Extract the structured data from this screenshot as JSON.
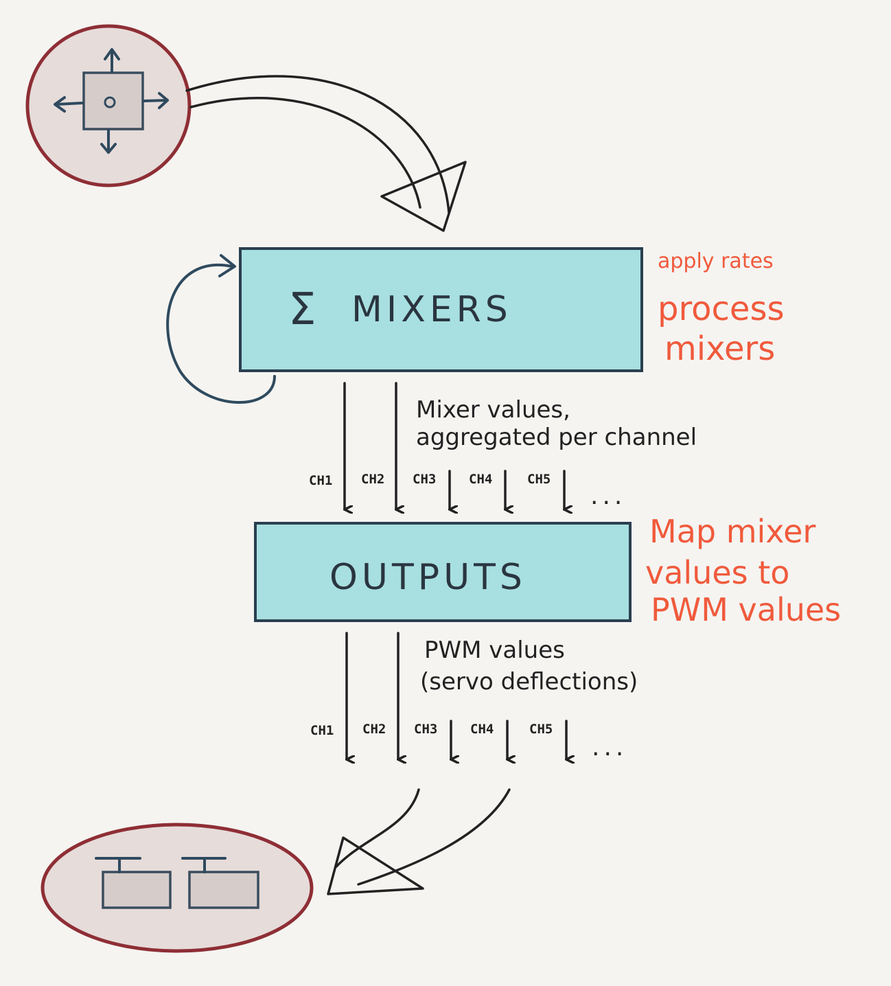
{
  "colors": {
    "box_fill": "#a8dfe0",
    "circle_fill": "#e6dcda",
    "circle_stroke": "#8e2e35",
    "note_color": "#f05a3c",
    "background": "#f5f4f1"
  },
  "mixers_box": {
    "symbol": "Σ",
    "label": "MIXERS"
  },
  "outputs_box": {
    "label": "OUTPUTS"
  },
  "mixers_notes": {
    "line1": "apply rates",
    "line2": "process",
    "line3": "mixers"
  },
  "outputs_notes": {
    "line1": "Map mixer",
    "line2": "values to",
    "line3": "PWM values"
  },
  "mixer_values_text": {
    "line1": "Mixer values,",
    "line2": "aggregated per channel"
  },
  "pwm_values_text": {
    "line1": "PWM values",
    "line2": "(servo deflections)"
  },
  "channels_top": [
    "CH1",
    "CH2",
    "CH3",
    "CH4",
    "CH5"
  ],
  "channels_bottom": [
    "CH1",
    "CH2",
    "CH3",
    "CH4",
    "CH5"
  ],
  "ellipsis": "...",
  "icons": {
    "input": "stick-input-icon",
    "output": "servo-output-icon"
  }
}
